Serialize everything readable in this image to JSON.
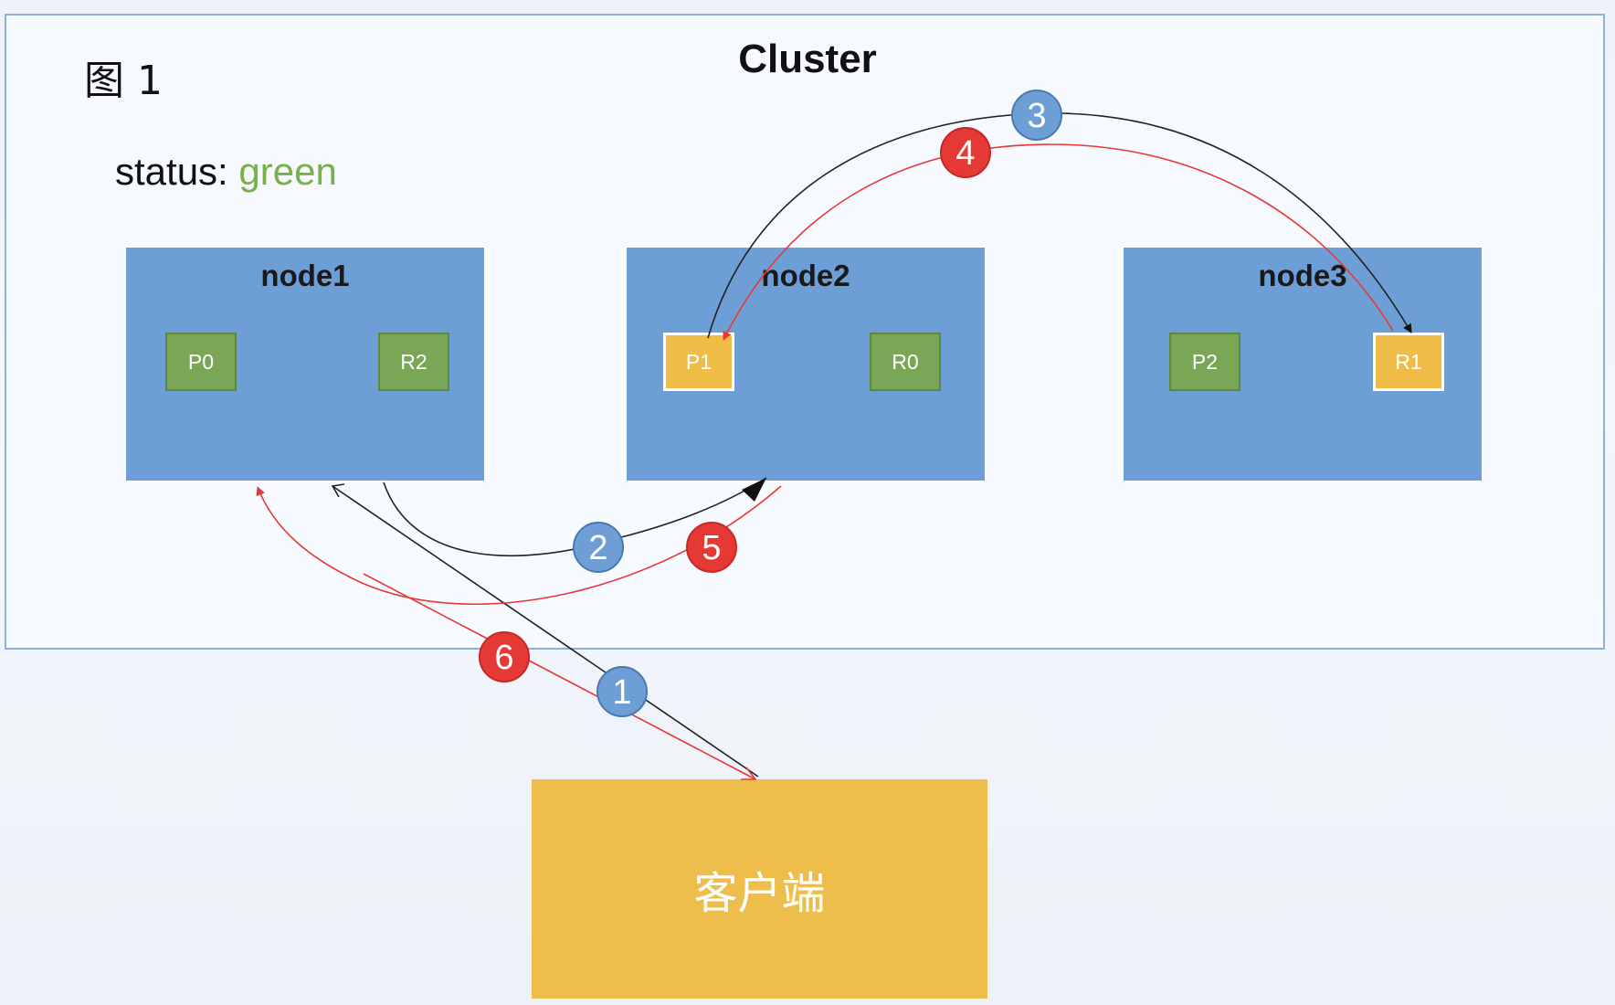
{
  "figure_label": "图 1",
  "cluster": {
    "title": "Cluster",
    "status_label": "status: ",
    "status_value": "green",
    "status_color": "#78b04a"
  },
  "nodes": [
    {
      "label": "node1",
      "shards": [
        {
          "label": "P0",
          "kind": "primary"
        },
        {
          "label": "R2",
          "kind": "replica"
        }
      ]
    },
    {
      "label": "node2",
      "shards": [
        {
          "label": "P1",
          "kind": "primary-active"
        },
        {
          "label": "R0",
          "kind": "replica"
        }
      ]
    },
    {
      "label": "node3",
      "shards": [
        {
          "label": "P2",
          "kind": "primary"
        },
        {
          "label": "R1",
          "kind": "replica-active"
        }
      ]
    }
  ],
  "client": {
    "label": "客户端"
  },
  "steps": [
    {
      "number": "1",
      "color": "#6d9fd6"
    },
    {
      "number": "2",
      "color": "#6d9fd6"
    },
    {
      "number": "3",
      "color": "#6d9fd6"
    },
    {
      "number": "4",
      "color": "#e53935"
    },
    {
      "number": "5",
      "color": "#e53935"
    },
    {
      "number": "6",
      "color": "#e53935"
    }
  ]
}
